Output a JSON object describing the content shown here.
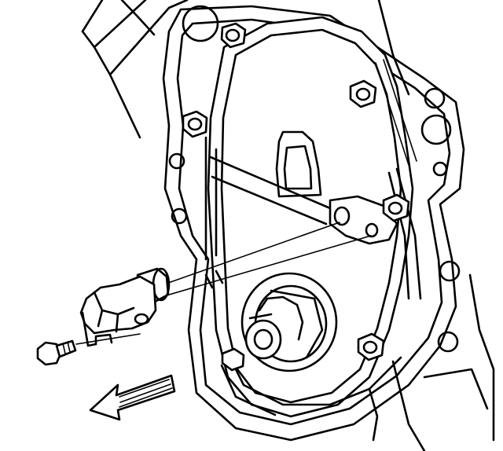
{
  "figure": {
    "type": "exploded-view line illustration",
    "colors": {
      "ink": "#000000",
      "paper": "#ffffff"
    },
    "icons": [
      "engine-block-outline",
      "timing-cover",
      "cover-bolt",
      "camshaft-position-sensor",
      "sensor-bolt",
      "removal-direction-arrow"
    ]
  }
}
